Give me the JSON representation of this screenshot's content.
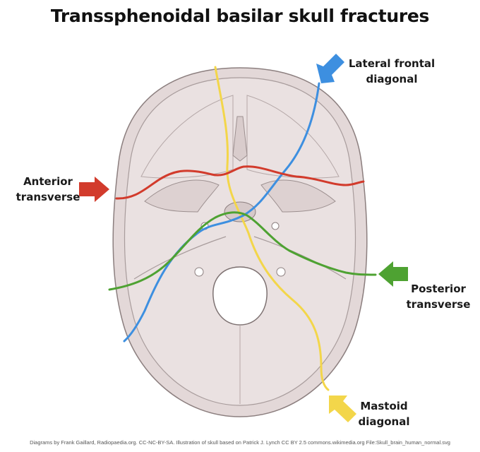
{
  "title": "Transsphenoidal basilar skull fractures",
  "labels": {
    "lateral_frontal": [
      "Lateral frontal",
      "diagonal"
    ],
    "anterior_transverse": [
      "Anterior",
      "transverse"
    ],
    "posterior_transverse": [
      "Posterior",
      "transverse"
    ],
    "mastoid": [
      "Mastoid",
      "diagonal"
    ]
  },
  "colors": {
    "lateral_frontal": "#3d8fe0",
    "anterior_transverse": "#d23b2c",
    "posterior_transverse": "#4ea232",
    "mastoid": "#f3d64a",
    "skull_fill": "#e6dcdc",
    "skull_outline": "#8c7f7f"
  },
  "credit": "Diagrams by Frank Gaillard, Radiopaedia.org. CC-NC-BY-SA. Illustration of skull based on Patrick J. Lynch CC BY 2.5 commons.wikimedia.org File:Skull_brain_human_normal.svg"
}
